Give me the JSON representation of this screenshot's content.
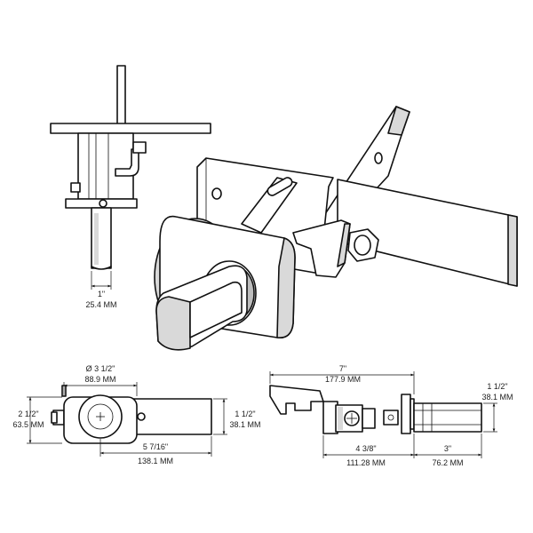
{
  "dimensions": {
    "side_width_in": "1\"",
    "side_width_mm": "25.4 MM",
    "dia_in": "Ø 3 1/2\"",
    "dia_mm": "88.9 MM",
    "height_in": "2 1/2\"",
    "height_mm": "63.5 MM",
    "bar_height_in": "1 1/2\"",
    "bar_height_mm": "38.1 MM",
    "length_in": "5 7/16\"",
    "length_mm": "138.1 MM",
    "total_in": "7\"",
    "total_mm": "177.9 MM",
    "right_height_in": "1 1/2\"",
    "right_height_mm": "38.1 MM",
    "mid_in": "4 3/8\"",
    "mid_mm": "111.28 MM",
    "end_in": "3\"",
    "end_mm": "76.2 MM"
  }
}
